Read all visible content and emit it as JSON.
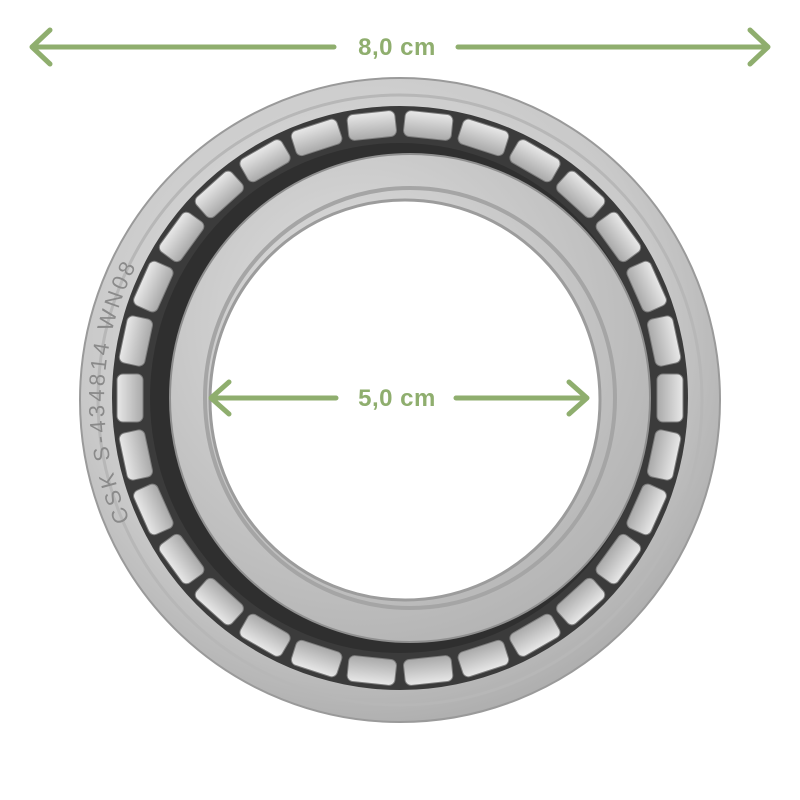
{
  "outer_diameter_label": "8,0 cm",
  "inner_diameter_label": "5,0 cm",
  "bearing_marking": "CSK S-434814 WN08",
  "colors": {
    "dimension": "#8fae6e",
    "steel_light": "#d9d9d9",
    "steel_mid": "#bdbdbd",
    "steel_dark": "#8a8a8a",
    "cage": "#3a3a3a",
    "roller": "#cfcfcf"
  }
}
